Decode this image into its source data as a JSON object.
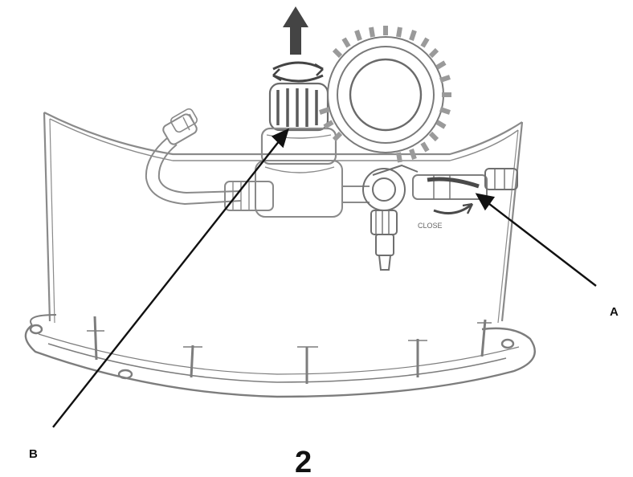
{
  "callouts": {
    "a_label": "A",
    "b_label": "B"
  },
  "step": {
    "number": "2"
  },
  "valve": {
    "close_text": "CLOSE"
  },
  "parts": {
    "lift_arrow_icon": "arrow-up-icon",
    "rotate_icon": "rotate-arrows-icon",
    "gauge_icon": "pressure-gauge-icon"
  },
  "colors": {
    "line_art": "#8a8a8a",
    "dark_line": "#555555",
    "callout": "#111111"
  }
}
